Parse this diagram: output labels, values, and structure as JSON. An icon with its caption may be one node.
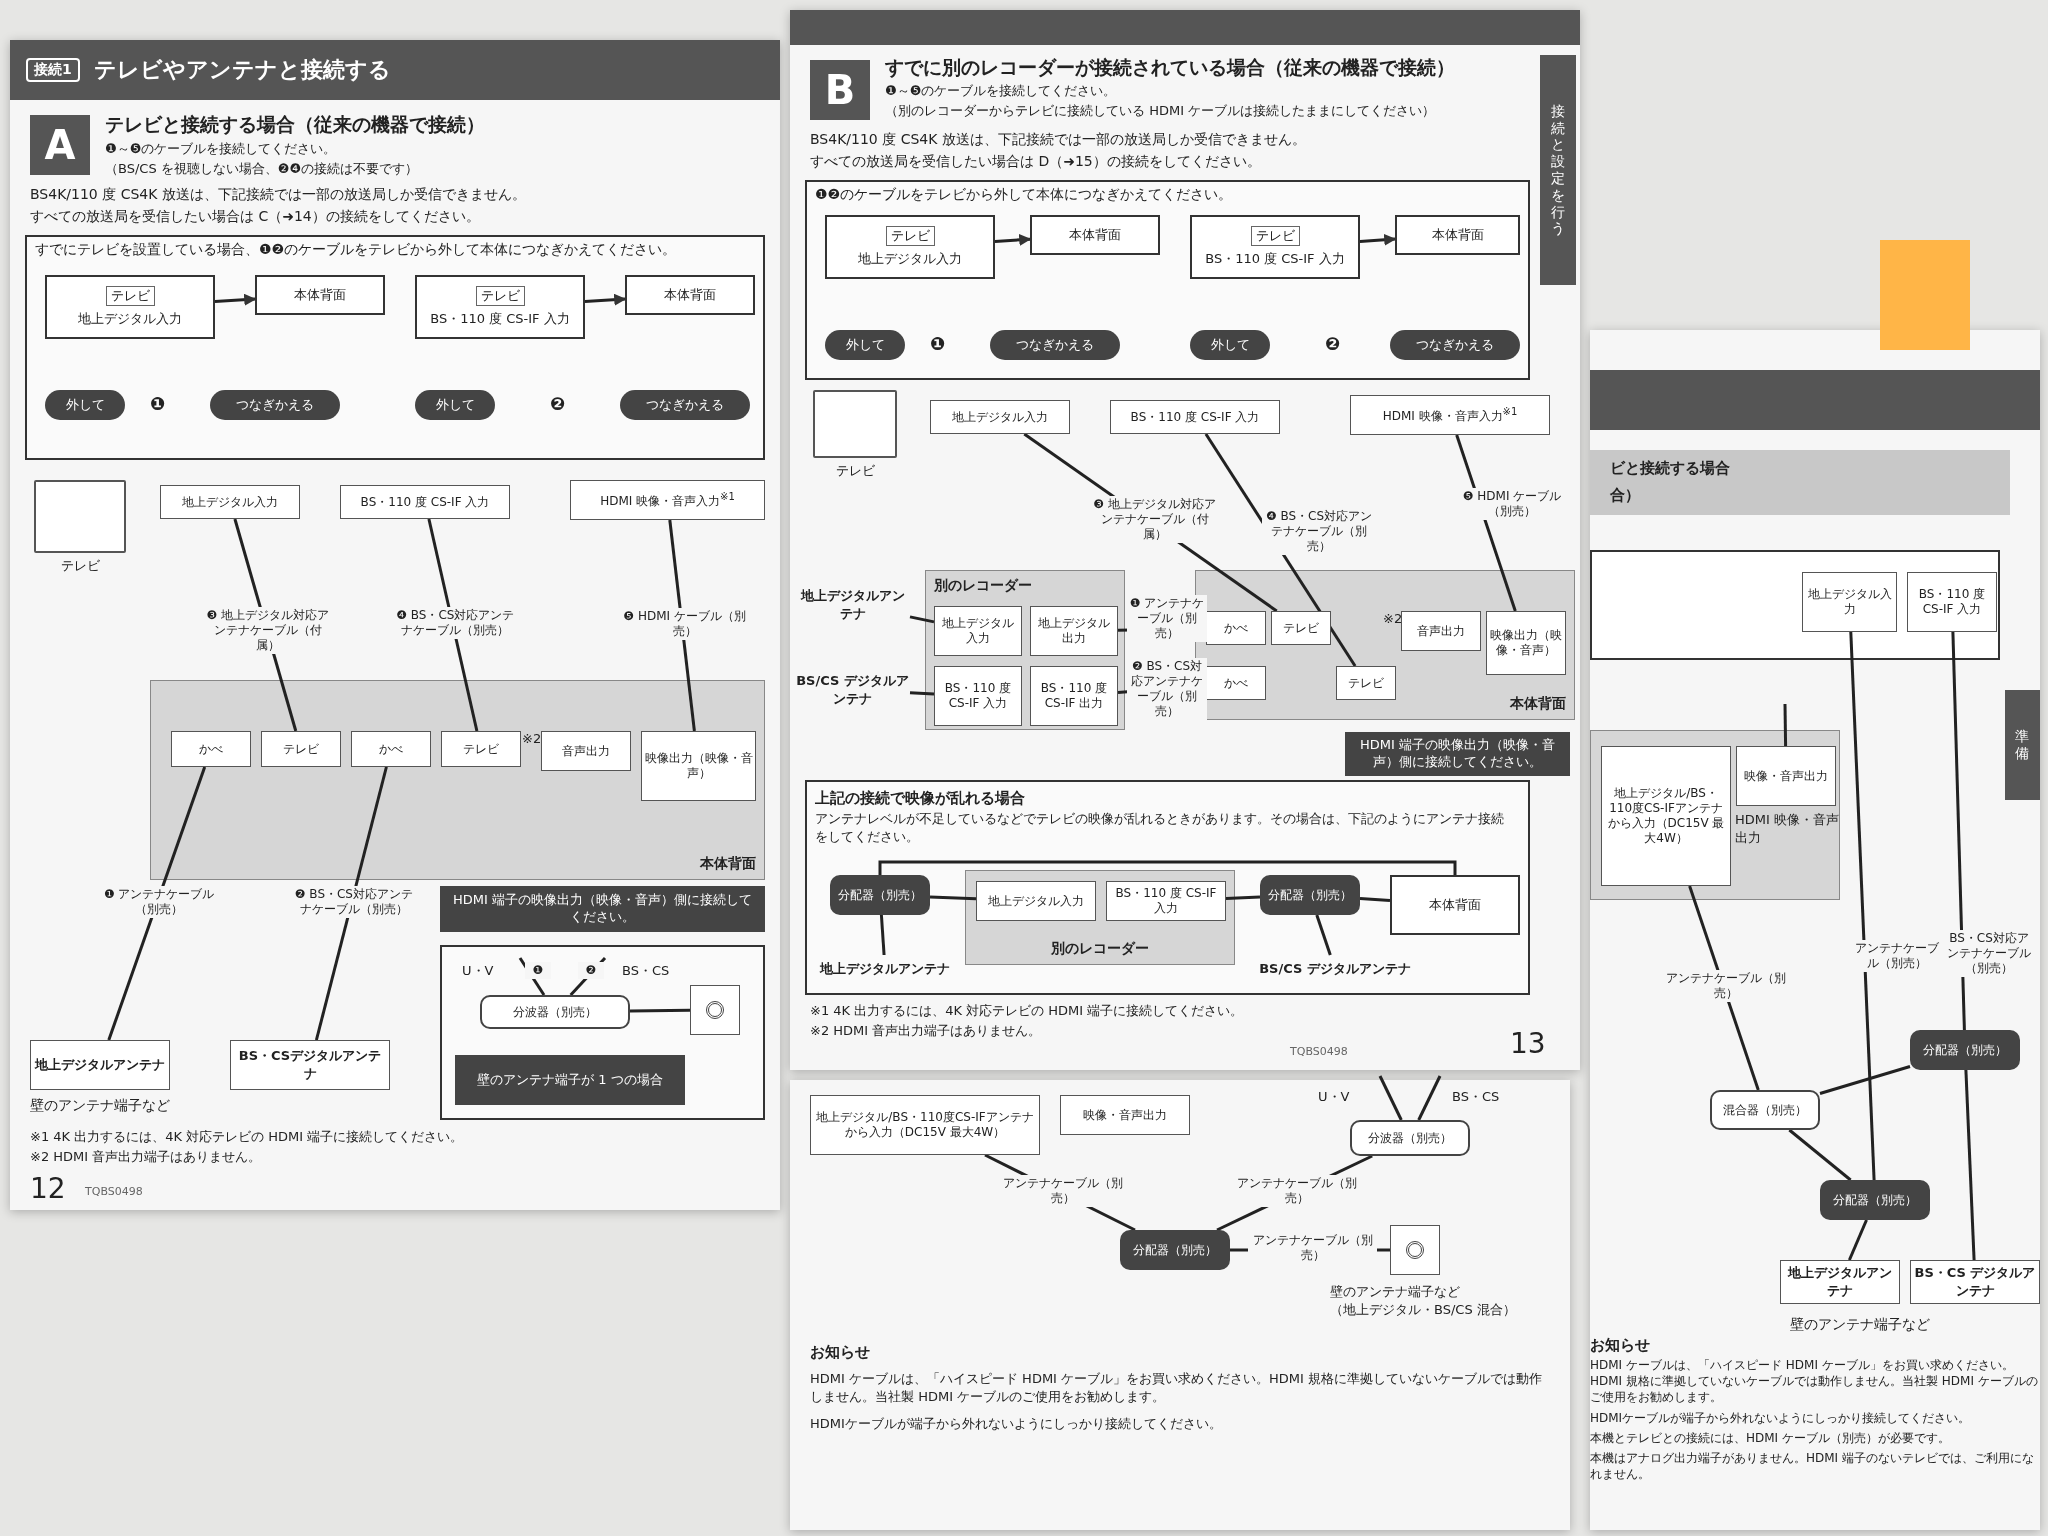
{
  "diagram": {
    "nodes": [
      {
        "text": [
          "接続1",
          "テレビやアンテナと接続する"
        ]
      },
      {
        "text": [
          "A"
        ]
      },
      {
        "text": [
          "テレビ",
          "地上デジタル入力"
        ]
      },
      {
        "text": [
          "本体背面"
        ]
      },
      {
        "text": [
          "テレビ",
          "BS・110 度 CS-IF 入力"
        ]
      },
      {
        "text": [
          "本体背面"
        ]
      },
      {
        "text": [
          "外して"
        ]
      },
      {
        "text": [
          "つなぎかえる"
        ]
      },
      {
        "text": [
          "外して"
        ]
      },
      {
        "text": [
          "つなぎかえる"
        ]
      },
      {
        "text": [
          "テレビ"
        ]
      },
      {
        "text": [
          "地上デジタル入力"
        ]
      },
      {
        "text": [
          "BS・110 度 CS-IF 入力"
        ]
      },
      {
        "text": [
          "HDMI 映像・音声入力$^{※1}$"
        ]
      },
      {
        "text": [
          "本体背面"
        ]
      },
      {
        "text": [
          "かべ"
        ],
        "in": 14
      },
      {
        "text": [
          "テレビ"
        ],
        "in": 14
      },
      {
        "text": [
          "かべ"
        ],
        "in": 14
      },
      {
        "text": [
          "テレビ"
        ],
        "in": 14
      },
      {
        "text": [
          "音声出力"
        ],
        "beside": [
          "※2"
        ],
        "in": 14
      },
      {
        "text": [
          "映像出力（映像・音声）"
        ],
        "in": 14
      },
      {
        "text": [
          "HDMI 端子の映像出力（映像・音声）側に接続してください。"
        ]
      },
      {
        "text": [
          "地上デジタルアンテナ"
        ]
      },
      {
        "text": [
          "BS・CSデジタルアンテナ"
        ]
      },
      {
        "text": [
          "分波器（別売）"
        ]
      },
      {
        "text": [],
        "shape": "box"
      },
      {
        "text": [
          "壁のアンテナ端子が 1 つの場合"
        ]
      },
      {
        "text": [
          "B"
        ]
      },
      {
        "text": [
          "接続と設定を行う"
        ]
      },
      {
        "text": [
          "テレビ",
          "地上デジタル入力"
        ]
      },
      {
        "text": [
          "本体背面"
        ]
      },
      {
        "text": [
          "テレビ",
          "BS・110 度 CS-IF 入力"
        ]
      },
      {
        "text": [
          "本体背面"
        ]
      },
      {
        "text": [
          "外して"
        ]
      },
      {
        "text": [
          "つなぎかえる"
        ]
      },
      {
        "text": [
          "外して"
        ]
      },
      {
        "text": [
          "つなぎかえる"
        ]
      },
      {
        "text": [
          "テレビ"
        ]
      },
      {
        "text": [
          "地上デジタル入力"
        ]
      },
      {
        "text": [
          "BS・110 度 CS-IF 入力"
        ]
      },
      {
        "text": [
          "HDMI 映像・音声入力$^{※1}$"
        ]
      },
      {
        "text": [
          "地上デジタルアンテナ"
        ]
      },
      {
        "text": [
          "BS/CS デジタルアンテナ"
        ]
      },
      {
        "text": [
          "別のレコーダー"
        ]
      },
      {
        "text": [
          "地上デジタル入力"
        ],
        "in": 43
      },
      {
        "text": [
          "地上デジタル出力"
        ],
        "in": 43
      },
      {
        "text": [
          "BS・110 度 CS-IF 入力"
        ],
        "in": 43
      },
      {
        "text": [
          "BS・110 度 CS-IF 出力"
        ],
        "in": 43
      },
      {
        "text": [
          "本体背面"
        ]
      },
      {
        "text": [
          "かべ"
        ],
        "in": 48
      },
      {
        "text": [
          "テレビ"
        ],
        "in": 48
      },
      {
        "text": [
          "かべ"
        ],
        "in": 48
      },
      {
        "text": [
          "テレビ"
        ],
        "in": 48
      },
      {
        "text": [
          "音声出力"
        ],
        "beside": [
          "※2"
        ],
        "in": 48
      },
      {
        "text": [
          "映像出力（映像・音声）"
        ],
        "in": 48
      },
      {
        "text": [
          "HDMI 端子の映像出力（映像・音声）側に接続してください。"
        ]
      },
      {
        "text": [
          "分配器（別売）"
        ]
      },
      {
        "text": [
          "別のレコーダー"
        ]
      },
      {
        "text": [
          "地上デジタル入力"
        ],
        "in": 57
      },
      {
        "text": [
          "BS・110 度 CS-IF 入力"
        ],
        "in": 57
      },
      {
        "text": [
          "分配器（別売）"
        ]
      },
      {
        "text": [
          "本体背面"
        ]
      },
      {
        "text": [
          "地上デジタルアンテナ"
        ]
      },
      {
        "text": [
          "BS/CS デジタルアンテナ"
        ]
      },
      {
        "text": [
          "地上デジタル/BS・110度CS-IFアンテナから入力（DC15V 最大4W）"
        ]
      },
      {
        "text": [
          "映像・音声出力"
        ]
      },
      {
        "text": [
          "分波器（別売）"
        ]
      },
      {
        "text": [
          "分配器（別売）"
        ]
      },
      {
        "text": [],
        "shape": "box",
        "beside": [
          "壁のアンテナ端子など",
          "（地上デジタル・BS/CS 混合）"
        ]
      },
      {
        "text": [],
        "shape": "box"
      },
      {
        "text": [
          "地上デジタル入力"
        ],
        "in": 69
      },
      {
        "text": [
          "BS・110 度 CS-IF 入力"
        ],
        "in": 69
      },
      {
        "text": [
          "準備"
        ]
      },
      {
        "text": [],
        "shape": "box"
      },
      {
        "text": [
          "地上デジタル/BS・110度CS-IFアンテナから入力（DC15V 最大4W）"
        ],
        "in": 73
      },
      {
        "text": [
          "映像・音声出力"
        ],
        "beside": [
          "HDMI 映像・音声出力"
        ],
        "in": 73
      },
      {
        "text": [
          "混合器（別売）"
        ]
      },
      {
        "text": [
          "分配器（別売）"
        ]
      },
      {
        "text": [
          "分配器（別売）"
        ]
      },
      {
        "text": [
          "地上デジタルアンテナ"
        ]
      },
      {
        "text": [
          "BS・CS デジタルアンテナ"
        ]
      },
      {
        "text": [],
        "shape": "box"
      }
    ],
    "edges": [
      {
        "from": 2,
        "to": 3,
        "arrow": "to"
      },
      {
        "from": 4,
        "to": 5,
        "arrow": "to"
      },
      {
        "from": 22,
        "to": 15,
        "arrow": "none",
        "label": "❶ アンテナケーブル（別売）"
      },
      {
        "from": 23,
        "to": 17,
        "arrow": "none",
        "label": "❷ BS・CS対応アンテナケーブル（別売）"
      },
      {
        "from": 16,
        "to": 11,
        "arrow": "none",
        "label": "❸ 地上デジタル対応アンテナケーブル（付属）"
      },
      {
        "from": 18,
        "to": 12,
        "arrow": "none",
        "label": "❹ BS・CS対応アンテナケーブル（別売）"
      },
      {
        "from": 20,
        "to": 13,
        "arrow": "none",
        "label": "❺ HDMI ケーブル（別売）"
      },
      {
        "from": 25,
        "to": 24,
        "arrow": "none"
      },
      {
        "from": 24,
        "to": null,
        "arrow": "none",
        "label": "❶"
      },
      {
        "from": 24,
        "to": null,
        "arrow": "none",
        "label": "❷"
      },
      {
        "from": 29,
        "to": 30,
        "arrow": "to"
      },
      {
        "from": 31,
        "to": 32,
        "arrow": "to"
      },
      {
        "from": 41,
        "to": 44,
        "arrow": "none"
      },
      {
        "from": 42,
        "to": 46,
        "arrow": "none"
      },
      {
        "from": 45,
        "to": 49,
        "arrow": "none",
        "label": "❶ アンテナケーブル（別売）"
      },
      {
        "from": 47,
        "to": 51,
        "arrow": "none",
        "label": "❷ BS・CS対応アンテナケーブル（別売）"
      },
      {
        "from": 50,
        "to": 38,
        "arrow": "none",
        "label": "❸ 地上デジタル対応アンテナケーブル（付属）"
      },
      {
        "from": 52,
        "to": 39,
        "arrow": "none",
        "label": "❹ BS・CS対応アンテナケーブル（別売）"
      },
      {
        "from": 54,
        "to": 40,
        "arrow": "none",
        "label": "❺ HDMI ケーブル（別売）"
      },
      {
        "from": 62,
        "to": 56,
        "arrow": "none"
      },
      {
        "from": 56,
        "to": 58,
        "arrow": "none"
      },
      {
        "from": 56,
        "to": 61,
        "arrow": "none"
      },
      {
        "from": 63,
        "to": 60,
        "arrow": "none"
      },
      {
        "from": 60,
        "to": 59,
        "arrow": "none"
      },
      {
        "from": 60,
        "to": 61,
        "arrow": "none"
      },
      {
        "from": 68,
        "to": 67,
        "arrow": "none",
        "label": "アンテナケーブル（別売）"
      },
      {
        "from": 67,
        "to": 64,
        "arrow": "none",
        "label": "アンテナケーブル（別売）"
      },
      {
        "from": 67,
        "to": 66,
        "arrow": "none",
        "label": "アンテナケーブル（別売）"
      },
      {
        "from": 66,
        "to": null,
        "arrow": "none"
      },
      {
        "from": 66,
        "to": null,
        "arrow": "none"
      },
      {
        "from": 79,
        "to": 78,
        "arrow": "none"
      },
      {
        "from": 78,
        "to": 70,
        "arrow": "none",
        "label": "アンテナケーブル（別売）"
      },
      {
        "from": 78,
        "to": 76,
        "arrow": "none"
      },
      {
        "from": 80,
        "to": 77,
        "arrow": "none"
      },
      {
        "from": 77,
        "to": 71,
        "arrow": "none",
        "label": "BS・CS対応アンテナケーブル（別売）"
      },
      {
        "from": 77,
        "to": 76,
        "arrow": "none"
      },
      {
        "from": 76,
        "to": 74,
        "arrow": "none",
        "label": "アンテナケーブル（別売）"
      },
      {
        "from": 75,
        "to": null,
        "arrow": "none"
      }
    ],
    "labels": [
      "テレビと接続する場合（従来の機器で接続）",
      "❶～❺のケーブルを接続してください。",
      "（BS/CS を視聴しない場合、❷❹の接続は不要です）",
      "BS4K/110 度 CS4K 放送は、下記接続では一部の放送局しか受信できません。",
      "すべての放送局を受信したい場合は C（➜14）の接続をしてください。",
      "すでにテレビを設置している場合、❶❷のケーブルをテレビから外して本体につなぎかえてください。",
      "❶",
      "❷",
      "壁のアンテナ端子など",
      "U・V",
      "BS・CS",
      "※1 4K 出力するには、4K 対応テレビの HDMI 端子に接続してください。",
      "※2 HDMI 音声出力端子はありません。",
      "12",
      "TQBS0498",
      "すでに別のレコーダーが接続されている場合（従来の機器で接続）",
      "❶～❺のケーブルを接続してください。",
      "（別のレコーダーからテレビに接続している HDMI ケーブルは接続したままにしてください）",
      "BS4K/110 度 CS4K 放送は、下記接続では一部の放送局しか受信できません。",
      "すべての放送局を受信したい場合は D（➜15）の接続をしてください。",
      "❶❷のケーブルをテレビから外して本体につなぎかえてください。",
      "❶",
      "❷",
      "上記の接続で映像が乱れる場合",
      "アンテナレベルが不足しているなどでテレビの映像が乱れるときがあります。その場合は、下記のようにアンテナ接続をしてください。",
      "※1 4K 出力するには、4K 対応テレビの HDMI 端子に接続してください。",
      "※2 HDMI 音声出力端子はありません。",
      "13",
      "TQBS0498",
      "U・V",
      "BS・CS",
      "お知らせ",
      "HDMI ケーブルは、「ハイスピード HDMI ケーブル」をお買い求めください。HDMI 規格に準拠していないケーブルでは動作しません。当社製 HDMI ケーブルのご使用をお勧めします。",
      "HDMIケーブルが端子から外れないようにしっかり接続してください。",
      "ビと接続する場合",
      "合）",
      "壁のアンテナ端子など",
      "お知らせ",
      "HDMI ケーブルは、「ハイスピード HDMI ケーブル」をお買い求めください。HDMI 規格に準拠していないケーブルでは動作しません。当社製 HDMI ケーブルのご使用をお勧めします。",
      "HDMIケーブルが端子から外れないようにしっかり接続してください。",
      "本機とテレビとの接続には、HDMI ケーブル（別売）が必要です。",
      "本機はアナログ出力端子がありません。HDMI 端子のないテレビでは、ご利用になれません。"
    ]
  }
}
